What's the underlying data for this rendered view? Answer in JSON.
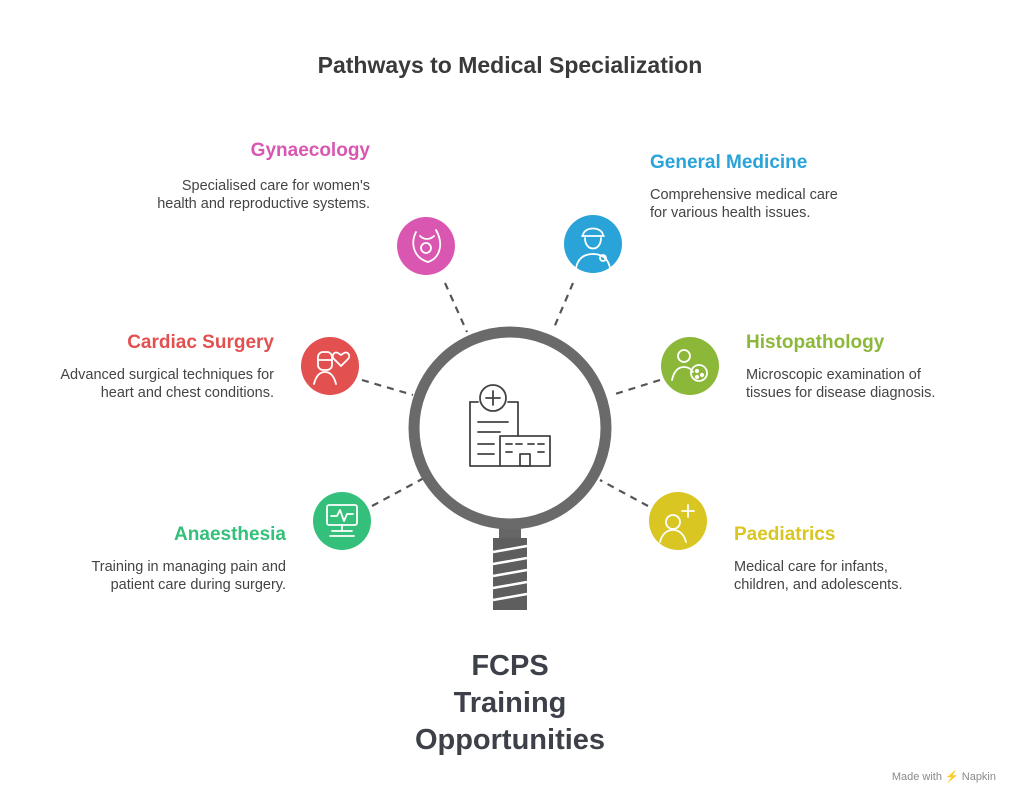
{
  "title": "Pathways to Medical Specialization",
  "center": {
    "lines": [
      "FCPS",
      "Training",
      "Opportunities"
    ],
    "icon": "hospital-clipboard-icon"
  },
  "branches": [
    {
      "key": "gynaecology",
      "heading": "Gynaecology",
      "description": "Specialised care for women's health and reproductive systems.",
      "color": "#d957b1",
      "icon": "uterus-icon"
    },
    {
      "key": "general_medicine",
      "heading": "General Medicine",
      "description": "Comprehensive medical care for various health issues.",
      "color": "#2aa3d8",
      "icon": "doctor-icon"
    },
    {
      "key": "cardiac_surgery",
      "heading": "Cardiac Surgery",
      "description": "Advanced surgical techniques for heart and chest conditions.",
      "color": "#e35050",
      "icon": "surgeon-heart-icon"
    },
    {
      "key": "histopathology",
      "heading": "Histopathology",
      "description": "Microscopic examination of tissues for disease diagnosis.",
      "color": "#8cb83a",
      "icon": "tissue-cell-icon"
    },
    {
      "key": "anaesthesia",
      "heading": "Anaesthesia",
      "description": "Training in managing pain and patient care during surgery.",
      "color": "#34c07a",
      "icon": "monitor-icon"
    },
    {
      "key": "paediatrics",
      "heading": "Paediatrics",
      "description": "Medical care for infants, children, and adolescents.",
      "color": "#d9c622",
      "icon": "child-care-icon"
    }
  ],
  "footer": "Made with ⚡ Napkin"
}
